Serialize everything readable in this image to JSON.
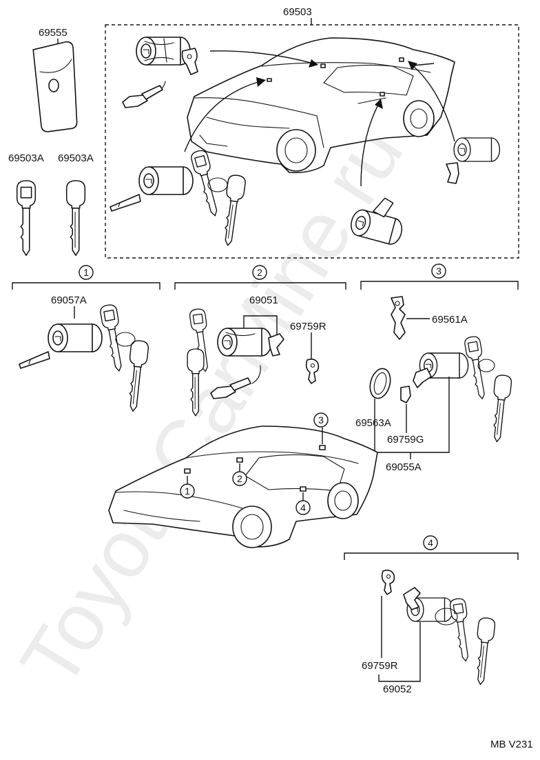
{
  "watermark": "ToyotaCarMine.ru",
  "figure_code": "MB V231",
  "parts": {
    "p69503": "69503",
    "p69555": "69555",
    "p69503A_1": "69503A",
    "p69503A_2": "69503A",
    "p69057A": "69057A",
    "p69051": "69051",
    "p69759R_a": "69759R",
    "p69561A": "69561A",
    "p69563A": "69563A",
    "p69759G": "69759G",
    "p69055A": "69055A",
    "p69759R_b": "69759R",
    "p69052": "69052"
  },
  "callouts": {
    "c1": "1",
    "c2": "2",
    "c3": "3",
    "c4": "4",
    "car1": "1",
    "car2": "2",
    "car3": "3",
    "car4": "4"
  },
  "icons": [
    "car-icon",
    "key-icon",
    "lock-cylinder-icon",
    "key-tag-icon",
    "retainer-clip-icon"
  ]
}
